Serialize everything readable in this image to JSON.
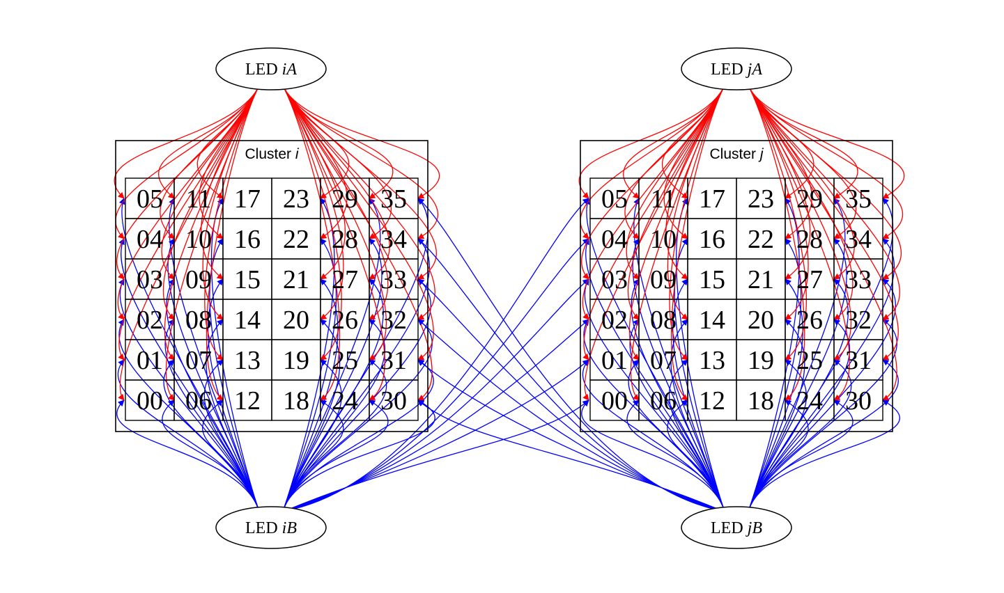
{
  "colors": {
    "a_edges": "#ff0000",
    "b_edges": "#0000ff",
    "stroke": "#000000"
  },
  "clusters": [
    {
      "id": "i",
      "label_prefix": "Cluster ",
      "label_var": "i",
      "led_a": {
        "prefix": "LED ",
        "var": "iA"
      },
      "led_b": {
        "prefix": "LED ",
        "var": "iB"
      },
      "grid": [
        [
          "05",
          "11",
          "17",
          "23",
          "29",
          "35"
        ],
        [
          "04",
          "10",
          "16",
          "22",
          "28",
          "34"
        ],
        [
          "03",
          "09",
          "15",
          "21",
          "27",
          "33"
        ],
        [
          "02",
          "08",
          "14",
          "20",
          "26",
          "32"
        ],
        [
          "01",
          "07",
          "13",
          "19",
          "25",
          "31"
        ],
        [
          "00",
          "06",
          "12",
          "18",
          "24",
          "30"
        ]
      ]
    },
    {
      "id": "j",
      "label_prefix": "Cluster ",
      "label_var": "j",
      "led_a": {
        "prefix": "LED ",
        "var": "jA"
      },
      "led_b": {
        "prefix": "LED ",
        "var": "jB"
      },
      "grid": [
        [
          "05",
          "11",
          "17",
          "23",
          "29",
          "35"
        ],
        [
          "04",
          "10",
          "16",
          "22",
          "28",
          "34"
        ],
        [
          "03",
          "09",
          "15",
          "21",
          "27",
          "33"
        ],
        [
          "02",
          "08",
          "14",
          "20",
          "26",
          "32"
        ],
        [
          "01",
          "07",
          "13",
          "19",
          "25",
          "31"
        ],
        [
          "00",
          "06",
          "12",
          "18",
          "24",
          "30"
        ]
      ]
    }
  ]
}
